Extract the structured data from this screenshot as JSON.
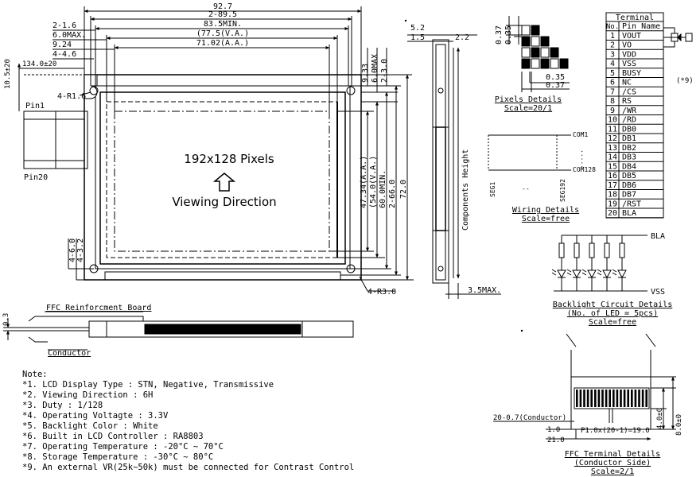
{
  "main_view": {
    "dims_top": [
      "92.7",
      "2-89.5",
      "83.5MIN.",
      "(77.5(V.A.)",
      "71.02(A.A.)"
    ],
    "dims_left": [
      "2-1.6",
      "6.0MAX.",
      "9.24",
      "4-4.6",
      "134.0±20"
    ],
    "dim_vertical_left": "10.5±20",
    "hole_top": "4-R1.6",
    "hole_bottom": "4-R3.0",
    "dims_right_top": [
      "9.33",
      "6.0MAX",
      "2-3.0"
    ],
    "dims_right": [
      "47.34(A.A.)",
      "(54.0(V.A.)",
      "60.0MIN.",
      "2-66.0",
      "72.0"
    ],
    "dims_left_bottom": [
      "4-6.0",
      "4-3.2"
    ],
    "center_text_1": "192x128 Pixels",
    "center_text_2": "Viewing Direction",
    "pin_first": "Pin1",
    "pin_last": "Pin20"
  },
  "side_view": {
    "dims": [
      "5.2",
      "1.5",
      "2.2"
    ],
    "components_height": "Components Height",
    "max_height": "3.5MAX."
  },
  "pixels_details": {
    "title": "Pixels Details",
    "scale": "Scale=20/1",
    "dims": [
      "0.37",
      "0.35",
      "0.35",
      "0.37"
    ]
  },
  "wiring_details": {
    "title": "Wiring Details",
    "scale": "Scale=free",
    "labels": [
      "COM1",
      "COM128",
      "SEG1",
      "SEG192"
    ],
    "dash": "--",
    "dots": "....."
  },
  "terminal": {
    "header": "Terminal",
    "col_no": "No.",
    "col_name": "Pin Name",
    "pins": [
      {
        "no": "1",
        "name": "VOUT"
      },
      {
        "no": "2",
        "name": "VO"
      },
      {
        "no": "3",
        "name": "VDD"
      },
      {
        "no": "4",
        "name": "VSS"
      },
      {
        "no": "5",
        "name": "BUSY"
      },
      {
        "no": "6",
        "name": "NC"
      },
      {
        "no": "7",
        "name": "/CS"
      },
      {
        "no": "8",
        "name": "RS"
      },
      {
        "no": "9",
        "name": "/WR"
      },
      {
        "no": "10",
        "name": "/RD"
      },
      {
        "no": "11",
        "name": "DB0"
      },
      {
        "no": "12",
        "name": "DB1"
      },
      {
        "no": "13",
        "name": "DB2"
      },
      {
        "no": "14",
        "name": "DB3"
      },
      {
        "no": "15",
        "name": "DB4"
      },
      {
        "no": "16",
        "name": "DB5"
      },
      {
        "no": "17",
        "name": "DB6"
      },
      {
        "no": "18",
        "name": "DB7"
      },
      {
        "no": "19",
        "name": "/RST"
      },
      {
        "no": "20",
        "name": "BLA"
      }
    ],
    "vr_note": "(*9)"
  },
  "backlight": {
    "title": "Backlight Circuit Details",
    "subtitle": "(No. of LED = 5pcs)",
    "scale": "Scale=free",
    "bla": "BLA",
    "vss": "VSS"
  },
  "ffc_view": {
    "reinforcement": "FFC Reinforcment Board",
    "conductor": "Conductor",
    "thickness": "0.3"
  },
  "ffc_terminal": {
    "title": "FFC Terminal Details",
    "subtitle": "(Conductor Side)",
    "scale": "Scale=2/1",
    "conductor_dim": "20-0.7(Conductor)",
    "pitch": "P1.0x(20-1)=19.0",
    "dim_1": "1.0",
    "dim_21": "21.0",
    "dim_4": "4.0±0",
    "dim_8": "8.0±0"
  },
  "notes": {
    "title": "Note:",
    "items": [
      "*1. LCD Display Type : STN, Negative, Transmissive",
      "*2. Viewing Direction : 6H",
      "*3. Duty : 1/128",
      "*4. Operating Voltagte : 3.3V",
      "*5. Backlight Color : White",
      "*6. Built in LCD Controller : RA8803",
      "*7. Operating Temperature : -20°C ~ 70°C",
      "*8. Storage Temperature : -30°C ~ 80°C",
      "*9. An external VR(25k~50k) must be connected for Contrast Control"
    ]
  }
}
